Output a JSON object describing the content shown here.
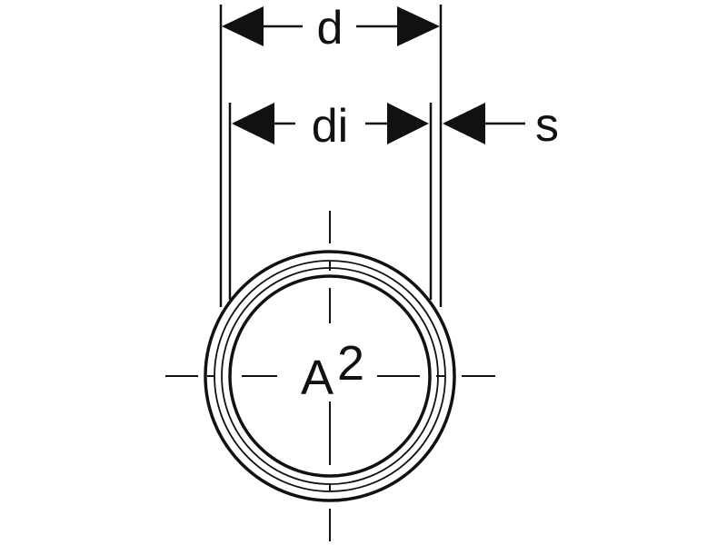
{
  "labels": {
    "outer_diameter": "d",
    "inner_diameter": "di",
    "wall_thickness": "s",
    "section_label": "A",
    "section_superscript": "2"
  },
  "colors": {
    "line": "#111111",
    "background": "#ffffff"
  }
}
